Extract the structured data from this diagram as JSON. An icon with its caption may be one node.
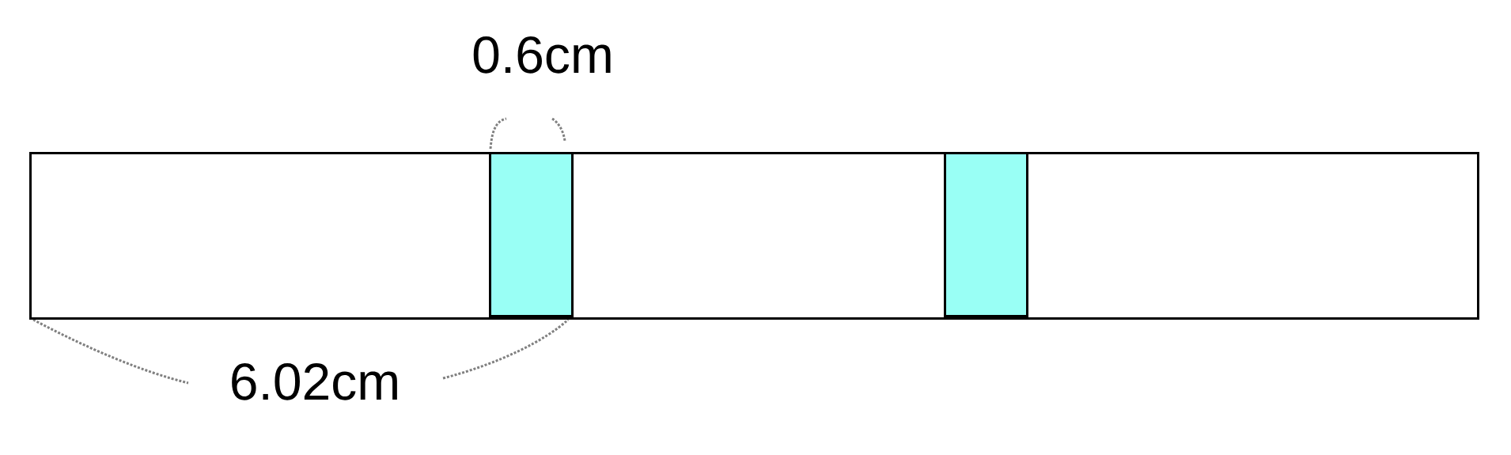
{
  "diagram": {
    "nodes": [
      {
        "text": [],
        "shape": "box"
      },
      {
        "text": [],
        "shape": "bar",
        "in": 0
      },
      {
        "text": [],
        "shape": "bar",
        "in": 0
      }
    ],
    "labels": [
      "0.6cm",
      "6.02cm"
    ]
  }
}
